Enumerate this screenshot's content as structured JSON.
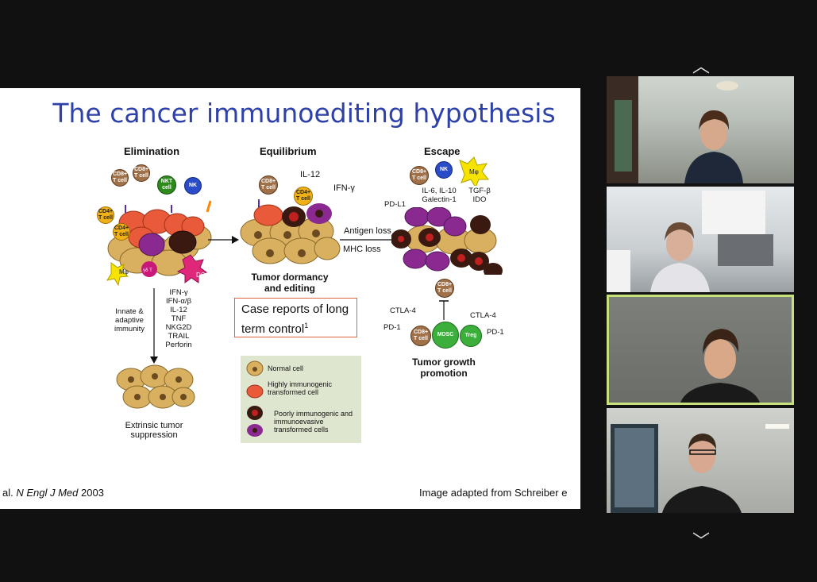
{
  "slide": {
    "title": "The cancer immunoediting hypothesis",
    "phases": {
      "elimination": "Elimination",
      "equilibrium": "Equilibrium",
      "escape": "Escape"
    },
    "cells": {
      "cd8": "CD8+ T cell",
      "cd4": "CD4+ T cell",
      "nkt": "NKT cell",
      "nk": "NK",
      "mphi": "Mφ",
      "dc": "DC",
      "gdt": "γδ T cell",
      "mdsc": "MDSC",
      "treg": "Treg"
    },
    "cytokines_elim": [
      "IFN-γ",
      "IFN-α/β",
      "IL-12",
      "TNF",
      "NKG2D",
      "TRAIL",
      "Perforin"
    ],
    "innate_label": "Innate & adaptive immunity",
    "extrinsic": "Extrinsic tumor suppression",
    "il12": "IL-12",
    "ifng": "IFN-γ",
    "dormancy": "Tumor dormancy and editing",
    "case_reports": "Case reports of long term control",
    "case_sup": "1",
    "antigen_loss": "Antigen loss",
    "mhc_loss": "MHC loss",
    "pdl1": "PD-L1",
    "il6": "IL-6, IL-10",
    "galectin": "Galectin-1",
    "tgfb": "TGF-β",
    "ido": "IDO",
    "ctla4_left": "CTLA-4",
    "ctla4_right": "CTLA-4",
    "pd1_left": "PD-1",
    "pd1_right": "PD-1",
    "growth": "Tumor growth promotion",
    "legend": {
      "normal": "Normal cell",
      "high": "Highly immunogenic transformed cell",
      "poor": "Poorly immunogenic and immunoevasive transformed cells"
    },
    "footer_left_pre": "al. ",
    "footer_left_ital": "N Engl J Med",
    "footer_left_post": " 2003",
    "footer_right": "Image adapted from Schreiber e"
  },
  "controls": {
    "up": "︿",
    "down": "﹀"
  }
}
